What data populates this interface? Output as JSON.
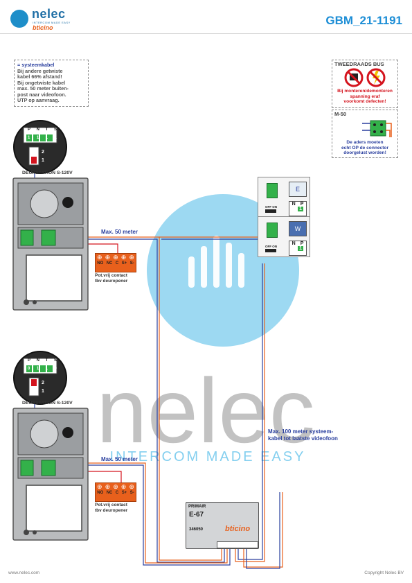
{
  "header": {
    "brand_name": "nelec",
    "brand_tagline": "INTERCOM MADE EASY",
    "brand_partner": "bticino",
    "document_code": "GBM_21-1191"
  },
  "note_box": {
    "title": "= systeemkabel",
    "lines": [
      "Bij andere getwiste",
      "kabel 66% afstand!",
      "Bij ongetwiste kabel",
      "max. 50 meter buiten-",
      "post naar videofoon.",
      "UTP op aanvraag."
    ]
  },
  "bus_warning": {
    "title": "TWEEDRAADS BUS",
    "warning_lines": [
      "Bij monteren/demonteren",
      "spanning eraf",
      "voorkomt defecten!"
    ]
  },
  "m50_box": {
    "title": "M-50",
    "lines": [
      "De aders moeten",
      "echt OP de connector",
      "doorgelust worden!"
    ]
  },
  "door_stations": [
    {
      "label": "DEURSTATION S-120V",
      "dip_header": [
        "P",
        "N",
        "T",
        "S"
      ],
      "dip_values": [
        "1",
        "1",
        "1",
        "1"
      ],
      "switch_labels": [
        "2",
        "1"
      ],
      "max_label": "Max. 50 meter",
      "relay_terminals": [
        "NO",
        "NC",
        "C",
        "S+",
        "S-"
      ],
      "relay_caption": [
        "Pot.vrij contact",
        "tbv deuropener"
      ]
    },
    {
      "label": "DEURSTATION S-120V",
      "dip_header": [
        "P",
        "N",
        "T",
        "S"
      ],
      "dip_values": [
        "0",
        "1",
        "1",
        "0"
      ],
      "switch_labels": [
        "2",
        "1"
      ],
      "max_label": "Max. 50 meter",
      "relay_terminals": [
        "NO",
        "NC",
        "C",
        "S+",
        "S-"
      ],
      "relay_caption": [
        "Pot.vrij contact",
        "tbv deuropener"
      ]
    }
  ],
  "monitors": [
    {
      "screen_letter": "E",
      "switch_label": "OFF ON",
      "np_header": [
        "N",
        "P"
      ],
      "np_values": [
        "",
        "1"
      ]
    },
    {
      "screen_letter": "W",
      "switch_label": "OFF ON",
      "np_header": [
        "N",
        "P"
      ],
      "np_values": [
        "",
        "1"
      ]
    }
  ],
  "power_supply": {
    "primair": "PRIMAIR",
    "model": "E-67",
    "partner": "bticino",
    "part_number": "346050"
  },
  "system_cable_label": [
    "Max. 100 meter systeem-",
    "kabel tot laatste videofoon"
  ],
  "watermark": {
    "word": "nelec",
    "tagline": "INTERCOM MADE EASY"
  },
  "footer": {
    "website": "www.nelec.com",
    "copyright": "Copyright Nelec BV"
  },
  "colors": {
    "brand_blue": "#1d8ed6",
    "cable_orange": "#e8601c",
    "cable_blue": "#2a3f9e",
    "warning_red": "#d4141e",
    "terminal_green": "#33b14a"
  }
}
